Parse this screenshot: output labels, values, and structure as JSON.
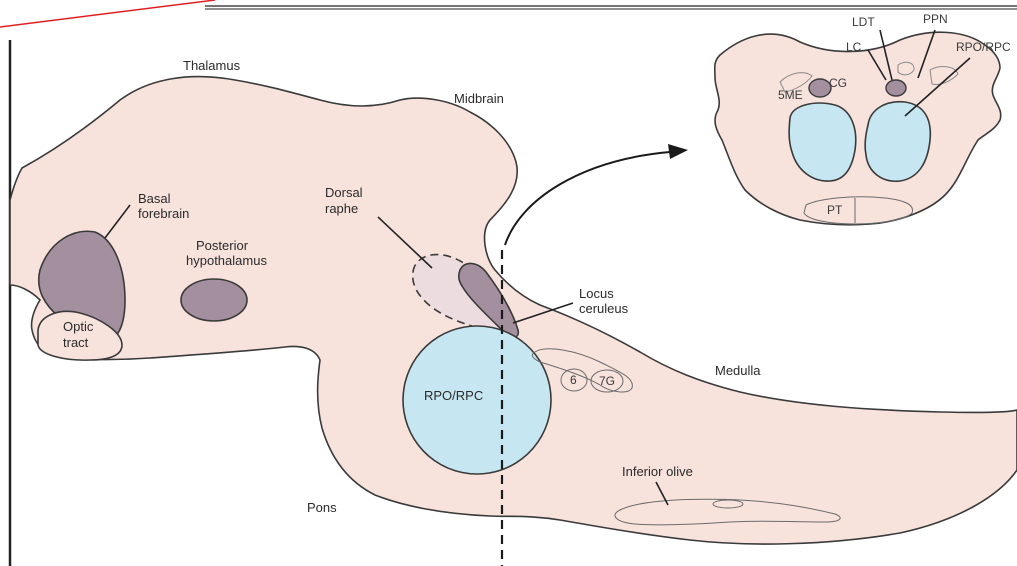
{
  "colors": {
    "tissue": "#f7e2dc",
    "outline": "#3a3a3a",
    "nucleus": "#a48f9e",
    "dorsal_raphe": "#eddcdf",
    "rpo": "#c6e7f1",
    "red_line": "#e0201f"
  },
  "labels": {
    "thalamus": "Thalamus",
    "midbrain": "Midbrain",
    "basal_forebrain_1": "Basal",
    "basal_forebrain_2": "forebrain",
    "posterior_hypothalamus_1": "Posterior",
    "posterior_hypothalamus_2": "hypothalamus",
    "dorsal_raphe_1": "Dorsal",
    "dorsal_raphe_2": "raphe",
    "optic_tract_1": "Optic",
    "optic_tract_2": "tract",
    "locus_ceruleus_1": "Locus",
    "locus_ceruleus_2": "ceruleus",
    "rpo_rpc": "RPO/RPC",
    "six": "6",
    "seven_g": "7G",
    "medulla": "Medulla",
    "inferior_olive": "Inferior olive",
    "pons": "Pons"
  },
  "inset": {
    "ldt": "LDT",
    "ppn": "PPN",
    "lc": "LC",
    "rpo_rpc": "RPO/RPC",
    "cg": "CG",
    "five_me": "5ME",
    "pt": "PT"
  }
}
